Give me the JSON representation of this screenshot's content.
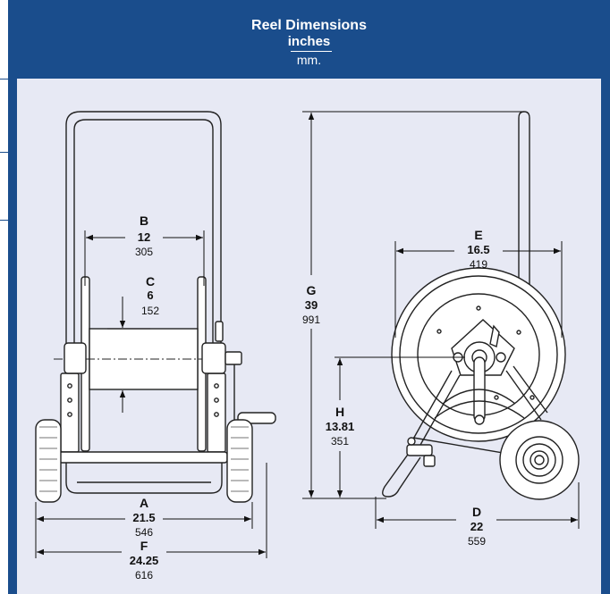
{
  "header": {
    "title": "Reel Dimensions",
    "unit_top": "inches",
    "unit_bottom": "mm."
  },
  "colors": {
    "header_bg": "#1a4d8c",
    "panel_bg": "#e7e9f4",
    "line": "#222222"
  },
  "dimensions": {
    "A": {
      "letter": "A",
      "inches": "21.5",
      "mm": "546"
    },
    "B": {
      "letter": "B",
      "inches": "12",
      "mm": "305"
    },
    "C": {
      "letter": "C",
      "inches": "6",
      "mm": "152"
    },
    "D": {
      "letter": "D",
      "inches": "22",
      "mm": "559"
    },
    "E": {
      "letter": "E",
      "inches": "16.5",
      "mm": "419"
    },
    "F": {
      "letter": "F",
      "inches": "24.25",
      "mm": "616"
    },
    "G": {
      "letter": "G",
      "inches": "39",
      "mm": "991"
    },
    "H": {
      "letter": "H",
      "inches": "13.81",
      "mm": "351"
    }
  }
}
